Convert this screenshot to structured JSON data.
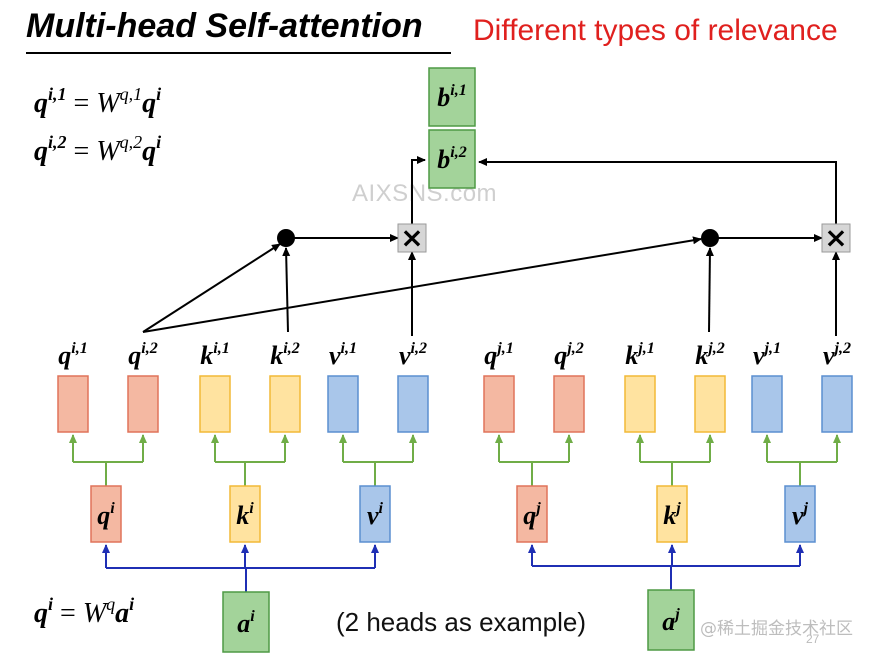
{
  "slide": {
    "title": "Multi-head Self-attention",
    "subtitle": "Different types of relevance",
    "caption": "(2 heads as example)",
    "watermark": "AIXSNS.com",
    "footer_mark": "@稀土掘金技术社区",
    "page_number": "27"
  },
  "equations": [
    {
      "lhs_base": "q",
      "lhs_sup": "i,1",
      "rhs_w": "W",
      "rhs_w_sup": "q,1",
      "rhs_base": "q",
      "rhs_sup": "i"
    },
    {
      "lhs_base": "q",
      "lhs_sup": "i,2",
      "rhs_w": "W",
      "rhs_w_sup": "q,2",
      "rhs_base": "q",
      "rhs_sup": "i"
    },
    {
      "lhs_base": "q",
      "lhs_sup": "i",
      "rhs_w": "W",
      "rhs_w_sup": "q",
      "rhs_base": "a",
      "rhs_sup": "i"
    }
  ],
  "outputs": [
    {
      "base": "b",
      "sup": "i,1"
    },
    {
      "base": "b",
      "sup": "i,2"
    }
  ],
  "head_labels": [
    {
      "base": "q",
      "sup": "i,1"
    },
    {
      "base": "q",
      "sup": "i,2"
    },
    {
      "base": "k",
      "sup": "i,1"
    },
    {
      "base": "k",
      "sup": "i,2"
    },
    {
      "base": "v",
      "sup": "i,1"
    },
    {
      "base": "v",
      "sup": "i,2"
    },
    {
      "base": "q",
      "sup": "j,1"
    },
    {
      "base": "q",
      "sup": "j,2"
    },
    {
      "base": "k",
      "sup": "j,1"
    },
    {
      "base": "k",
      "sup": "j,2"
    },
    {
      "base": "v",
      "sup": "j,1"
    },
    {
      "base": "v",
      "sup": "j,2"
    }
  ],
  "mid_labels": [
    {
      "base": "q",
      "sup": "i"
    },
    {
      "base": "k",
      "sup": "i"
    },
    {
      "base": "v",
      "sup": "i"
    },
    {
      "base": "q",
      "sup": "j"
    },
    {
      "base": "k",
      "sup": "j"
    },
    {
      "base": "v",
      "sup": "j"
    }
  ],
  "inputs": [
    {
      "base": "a",
      "sup": "i"
    },
    {
      "base": "a",
      "sup": "j"
    }
  ],
  "operators": {
    "multiply": "×"
  },
  "colors": {
    "q_fill": "#f4b8a2",
    "q_stroke": "#e0735a",
    "k_fill": "#ffe3a0",
    "k_stroke": "#f2b937",
    "v_fill": "#a9c6ea",
    "v_stroke": "#5b8fd0",
    "a_fill": "#a3d39a",
    "a_stroke": "#4e9a45",
    "title_red": "#e0201e",
    "green_line": "#70ad47",
    "blue_line": "#1f2fb4"
  }
}
